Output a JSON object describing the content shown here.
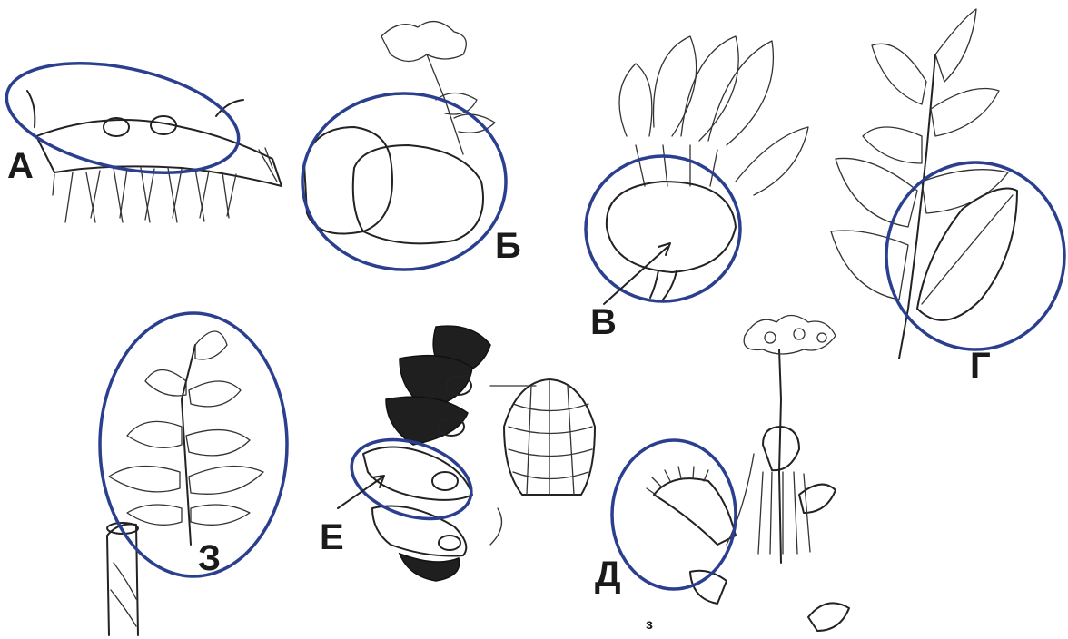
{
  "labels": {
    "a": "А",
    "b": "Б",
    "v": "В",
    "g": "Г",
    "d": "Д",
    "e": "Е",
    "z": "З"
  },
  "page_mark": "з",
  "colors": {
    "circle": "#2b3f8f",
    "ink": "#222222",
    "background": "#ffffff"
  }
}
